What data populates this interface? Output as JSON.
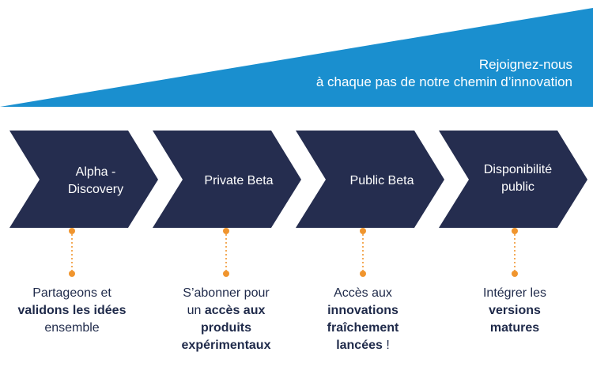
{
  "banner": {
    "line1": "Rejoignez-nous",
    "line2": "à chaque pas de notre chemin d’innovation",
    "color": "#1a8fcf"
  },
  "stages": [
    {
      "label_lines": [
        "Alpha -",
        "Discovery"
      ],
      "desc": [
        [
          "Partageons et",
          false
        ],
        [
          "validons les idées",
          true
        ],
        [
          "ensemble",
          false
        ]
      ]
    },
    {
      "label_lines": [
        "Private Beta"
      ],
      "desc": [
        [
          "S’abonner pour",
          false
        ],
        [
          "un ",
          false,
          "accès aux",
          true
        ],
        [
          "produits",
          true
        ],
        [
          "expérimentaux",
          true
        ]
      ]
    },
    {
      "label_lines": [
        "Public Beta"
      ],
      "desc": [
        [
          "Accès aux",
          false
        ],
        [
          "innovations",
          true
        ],
        [
          "fraîchement",
          true
        ],
        [
          "lancées",
          true,
          " !",
          false
        ]
      ]
    },
    {
      "label_lines": [
        "Disponibilité",
        "public"
      ],
      "desc": [
        [
          "Intégrer les",
          false
        ],
        [
          "versions",
          true
        ],
        [
          "matures",
          true
        ]
      ]
    }
  ],
  "colors": {
    "chevron": "#252d4f",
    "connector": "#f0952e",
    "text": "#1f2a4a"
  }
}
